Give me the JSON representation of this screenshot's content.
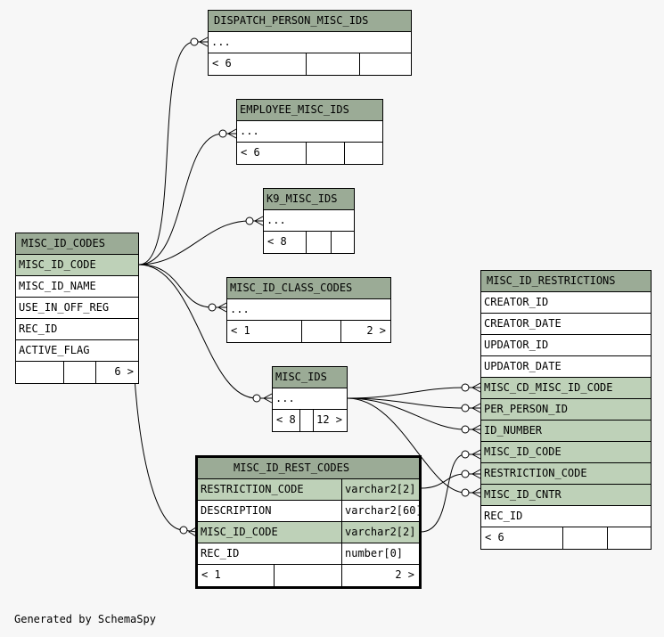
{
  "caption": "Generated by SchemaSpy",
  "tables": {
    "dispatch_person_misc_ids": {
      "name": "DISPATCH_PERSON_MISC_IDS",
      "rows": [
        "..."
      ],
      "footer_left": "< 6"
    },
    "employee_misc_ids": {
      "name": "EMPLOYEE_MISC_IDS",
      "rows": [
        "..."
      ],
      "footer_left": "< 6"
    },
    "k9_misc_ids": {
      "name": "K9_MISC_IDS",
      "rows": [
        "..."
      ],
      "footer_left": "< 8"
    },
    "misc_id_class_codes": {
      "name": "MISC_ID_CLASS_CODES",
      "rows": [
        "..."
      ],
      "footer_left": "< 1",
      "footer_right": "2 >"
    },
    "misc_id_codes": {
      "name": "MISC_ID_CODES",
      "rows": [
        "MISC_ID_CODE",
        "MISC_ID_NAME",
        "USE_IN_OFF_REG",
        "REC_ID",
        "ACTIVE_FLAG"
      ],
      "footer_right": "6 >"
    },
    "misc_ids": {
      "name": "MISC_IDS",
      "rows": [
        "..."
      ],
      "footer_left": "< 8",
      "footer_right": "12 >"
    },
    "misc_id_restrictions": {
      "name": "MISC_ID_RESTRICTIONS",
      "rows": [
        "CREATOR_ID",
        "CREATOR_DATE",
        "UPDATOR_ID",
        "UPDATOR_DATE",
        "MISC_CD_MISC_ID_CODE",
        "PER_PERSON_ID",
        "ID_NUMBER",
        "MISC_ID_CODE",
        "RESTRICTION_CODE",
        "MISC_ID_CNTR",
        "REC_ID"
      ],
      "footer_left": "< 6"
    },
    "misc_id_rest_codes": {
      "name": "MISC_ID_REST_CODES",
      "rows": [
        {
          "col": "RESTRICTION_CODE",
          "type": "varchar2[2]"
        },
        {
          "col": "DESCRIPTION",
          "type": "varchar2[60]"
        },
        {
          "col": "MISC_ID_CODE",
          "type": "varchar2[2]"
        },
        {
          "col": "REC_ID",
          "type": "number[0]"
        }
      ],
      "footer_left": "< 1",
      "footer_right": "2 >"
    }
  },
  "colors": {
    "header": "#9bab96",
    "key_row": "#bed1b8",
    "background": "#f7f7f7"
  }
}
